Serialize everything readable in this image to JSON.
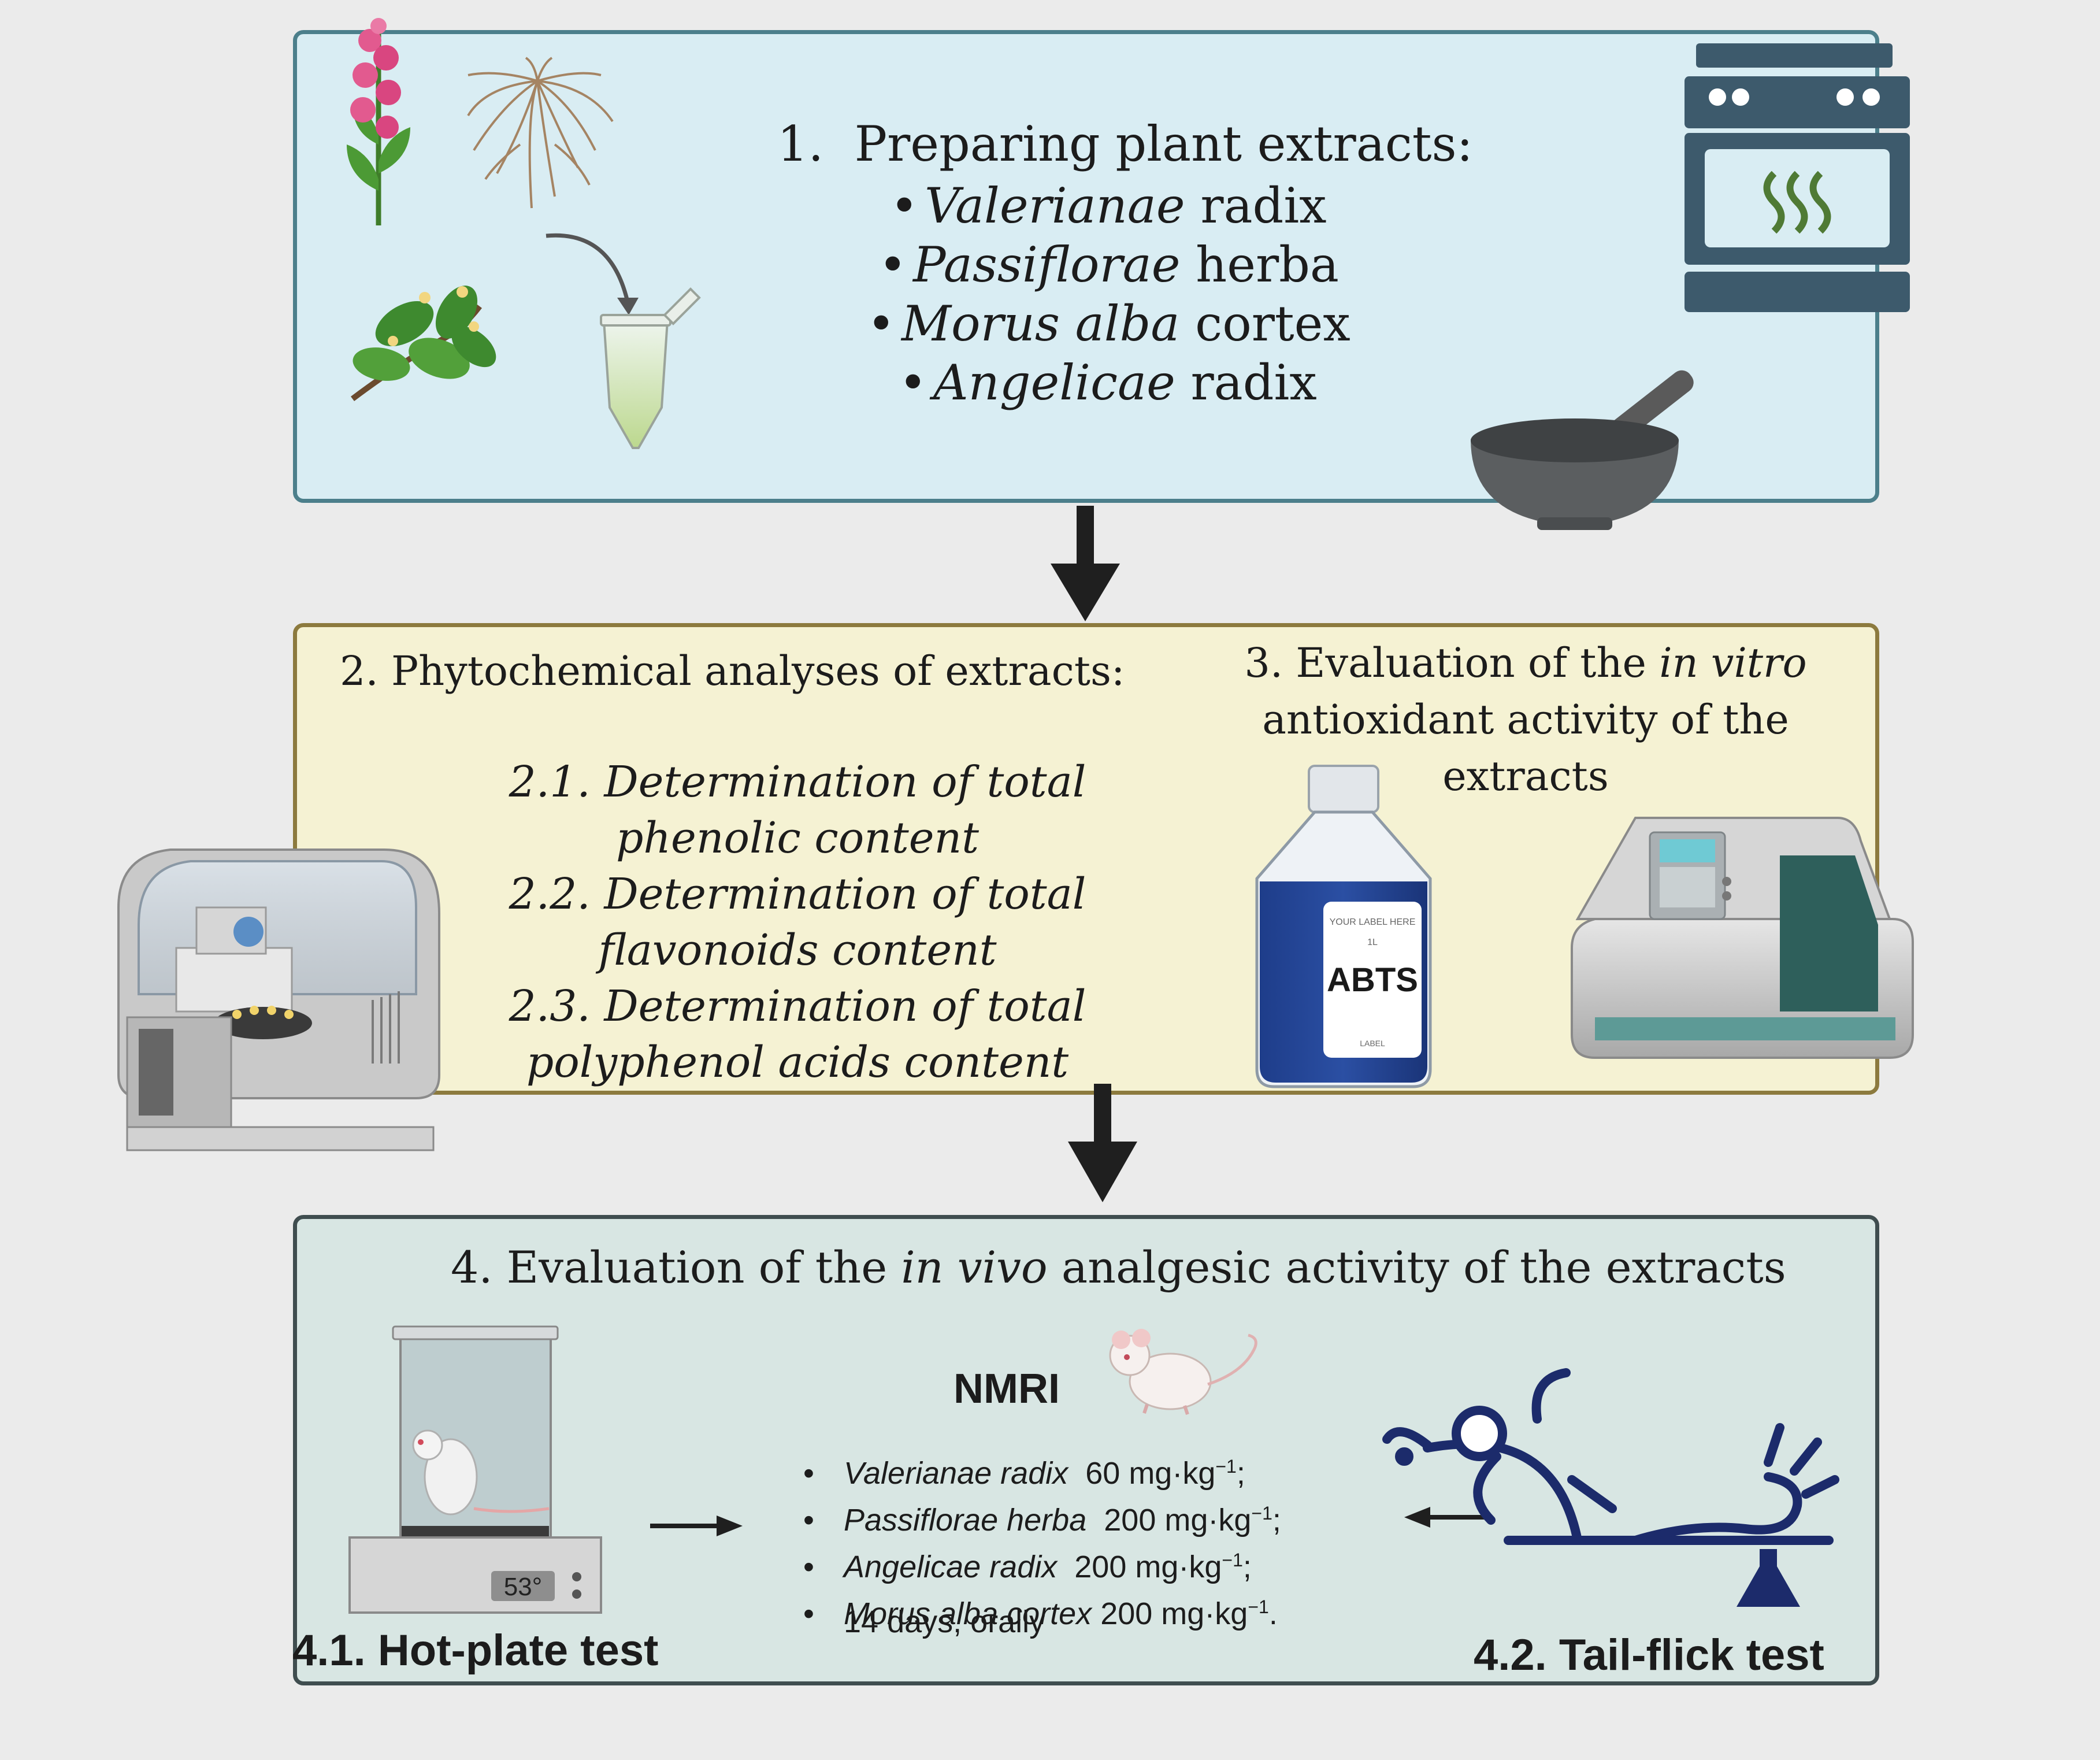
{
  "section1": {
    "number": "1.",
    "title": "Preparing plant extracts:",
    "bullet": "•",
    "items": [
      {
        "name": "Valerianae",
        "part": "radix"
      },
      {
        "name": "Passiflorae",
        "part": "herba"
      },
      {
        "name": "Morus alba",
        "part": "cortex"
      },
      {
        "name": "Angelicae",
        "part": "radix"
      }
    ]
  },
  "section2": {
    "title": "2. Phytochemical analyses of extracts:",
    "items": [
      {
        "line1": "2.1. Determination of total",
        "line2": "phenolic content"
      },
      {
        "line1": "2.2. Determination of total",
        "line2": "flavonoids content"
      },
      {
        "line1": "2.3. Determination of total",
        "line2": "polyphenol acids content"
      }
    ]
  },
  "section3": {
    "line1_prefix": "3. Evaluation of the ",
    "line1_italic": "in vitro",
    "line2": "antioxidant activity of the",
    "line3": "extracts"
  },
  "bottle": {
    "label_top": "YOUR LABEL HERE",
    "volume": "1L",
    "name": "ABTS",
    "label_bottom": "LABEL"
  },
  "section4": {
    "title_prefix": "4. Evaluation of the ",
    "title_italic": "in vivo",
    "title_suffix": " analgesic activity of the extracts",
    "strain": "NMRI",
    "bullet": "•",
    "doses": [
      {
        "name": "Valerianae radix",
        "dose": "60 mg·kg",
        "exp": "−1",
        "end": ";"
      },
      {
        "name": "Passiflorae herba",
        "dose": "200 mg·kg",
        "exp": "−1",
        "end": ";"
      },
      {
        "name": "Angelicae radix",
        "dose": "200 mg·kg",
        "exp": "−1",
        "end": ";"
      },
      {
        "name": "Morus alba cortex",
        "dose": "200 mg·kg",
        "exp": "−1",
        "end": "."
      }
    ],
    "duration": "14 days, orally",
    "hot_plate_label": "4.1. Hot-plate test",
    "hot_plate_temp": "53°",
    "tail_flick_label": "4.2. Tail-flick test"
  },
  "colors": {
    "box1_fill": "#d9edf3",
    "box2_fill": "#f5f2d3",
    "box3_fill": "#d8e6e3",
    "arrow": "#1f1f1f",
    "oven": "#3d5a6c",
    "steam": "#4f7a35",
    "mouse_icon": "#1c2b6b"
  }
}
